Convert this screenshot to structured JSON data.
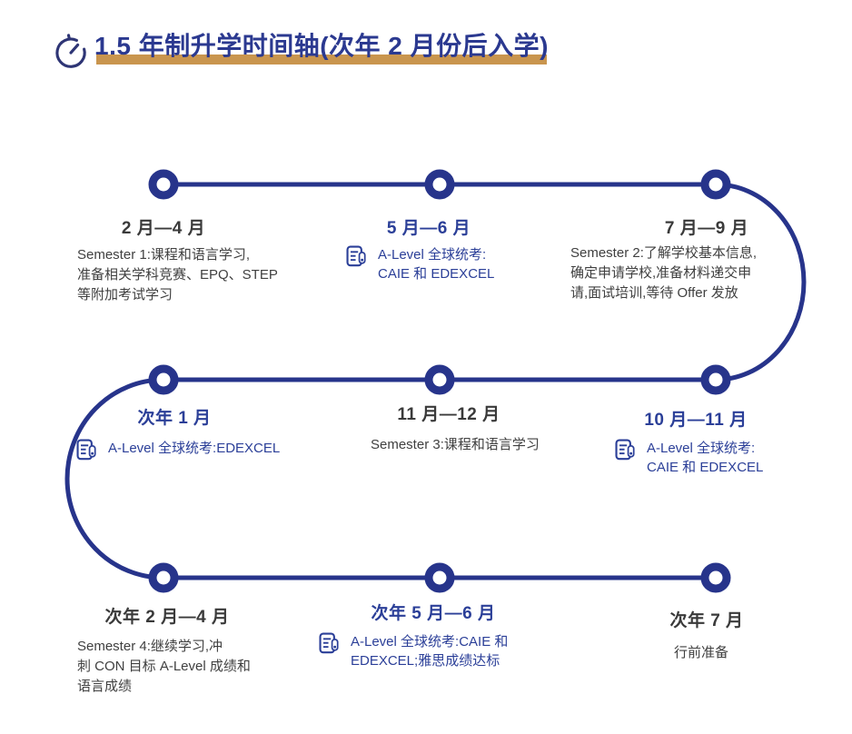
{
  "title": {
    "text": "1.5 年制升学时间轴(次年 2 月份后入学)",
    "icon": "clock-icon"
  },
  "colors": {
    "timeline_blue": "#27348B",
    "title_navy": "#2B3990",
    "accent_gold": "#C9954E",
    "blue_text": "#2B3F98",
    "dark_text": "#3A3A3A"
  },
  "timeline": {
    "rows": 3,
    "nodes": [
      {
        "period": "2 月—4 月",
        "emphasis": "dark",
        "icon": null,
        "lines": [
          "Semester 1:课程和语言学习,",
          "准备相关学科竞赛、EPQ、STEP",
          "等附加考试学习"
        ]
      },
      {
        "period": "5 月—6 月",
        "emphasis": "blue",
        "icon": "exam-paper-icon",
        "lines": [
          "A-Level 全球统考:",
          "CAIE 和 EDEXCEL"
        ]
      },
      {
        "period": "7 月—9 月",
        "emphasis": "dark",
        "icon": null,
        "lines": [
          "Semester 2:了解学校基本信息,",
          "确定申请学校,准备材料递交申",
          "请,面试培训,等待 Offer 发放"
        ]
      },
      {
        "period": "次年 1 月",
        "emphasis": "blue",
        "icon": "exam-paper-icon",
        "lines": [
          "A-Level 全球统考:EDEXCEL"
        ]
      },
      {
        "period": "11 月—12 月",
        "emphasis": "dark",
        "icon": null,
        "lines": [
          "Semester 3:课程和语言学习"
        ]
      },
      {
        "period": "10 月—11 月",
        "emphasis": "blue",
        "icon": "exam-paper-icon",
        "lines": [
          "A-Level 全球统考:",
          "CAIE 和 EDEXCEL"
        ]
      },
      {
        "period": "次年 2 月—4 月",
        "emphasis": "dark",
        "icon": null,
        "lines": [
          "Semester 4:继续学习,冲",
          "刺 CON 目标 A-Level 成绩和",
          "语言成绩"
        ]
      },
      {
        "period": "次年 5 月—6 月",
        "emphasis": "blue",
        "icon": "exam-paper-icon",
        "lines": [
          "A-Level 全球统考:CAIE 和",
          "EDEXCEL;雅思成绩达标"
        ]
      },
      {
        "period": "次年 7 月",
        "emphasis": "dark",
        "icon": null,
        "lines": [
          "行前准备"
        ]
      }
    ]
  }
}
